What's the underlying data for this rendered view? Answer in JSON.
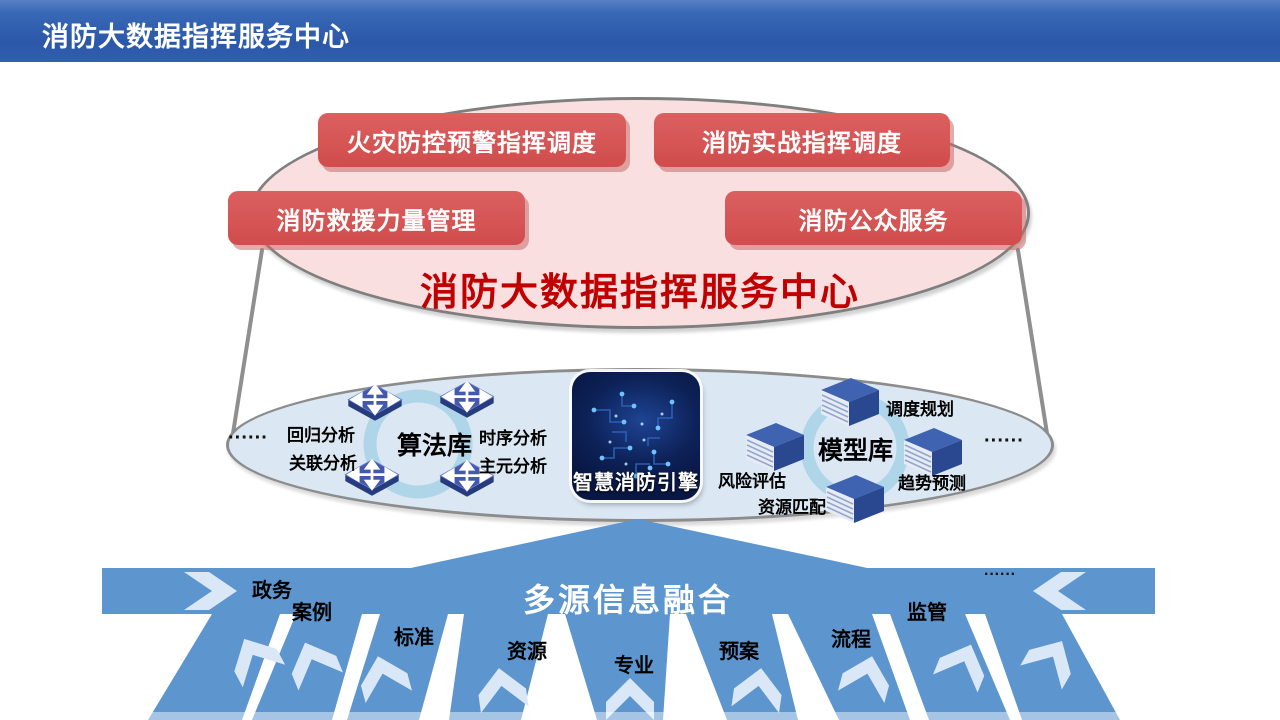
{
  "header": {
    "title": "消防大数据指挥服务中心"
  },
  "platform": {
    "title": "消防大数据指挥服务中心",
    "modules": [
      {
        "label": "火灾防控预警指挥调度"
      },
      {
        "label": "消防实战指挥调度"
      },
      {
        "label": "消防救援力量管理"
      },
      {
        "label": "消防公众服务"
      }
    ]
  },
  "engine_layer": {
    "algorithm_library": {
      "title": "算法库",
      "more": "······",
      "items": [
        "回归分析",
        "时序分析",
        "关联分析",
        "主元分析"
      ]
    },
    "engine": {
      "title": "智慧消防引擎"
    },
    "model_library": {
      "title": "模型库",
      "more": "······",
      "items": [
        "调度规划",
        "风险评估",
        "趋势预测",
        "资源匹配"
      ]
    }
  },
  "fusion_layer": {
    "title": "多源信息融合",
    "more": "······",
    "sources": [
      "政务",
      "案例",
      "标准",
      "资源",
      "专业",
      "预案",
      "流程",
      "监管"
    ]
  },
  "colors": {
    "header_blue": "#2e5aab",
    "band_blue": "#5d95cf",
    "module_red": "#d65151",
    "title_red": "#c00000",
    "platform_pink": "#f9dfdf",
    "layer_blue": "#dbe7f3",
    "chevron_light": "#d9e7f6"
  }
}
